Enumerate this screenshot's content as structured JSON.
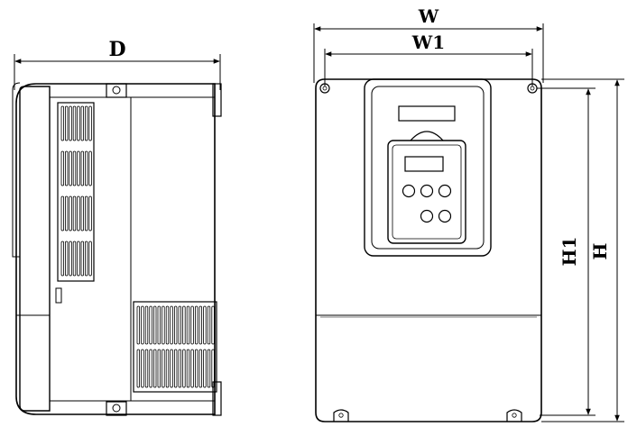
{
  "dimensions": {
    "depth": "D",
    "width": "W",
    "mount_width": "W1",
    "mount_height": "H1",
    "height": "H"
  },
  "colors": {
    "line": "#000000",
    "background": "#ffffff"
  }
}
